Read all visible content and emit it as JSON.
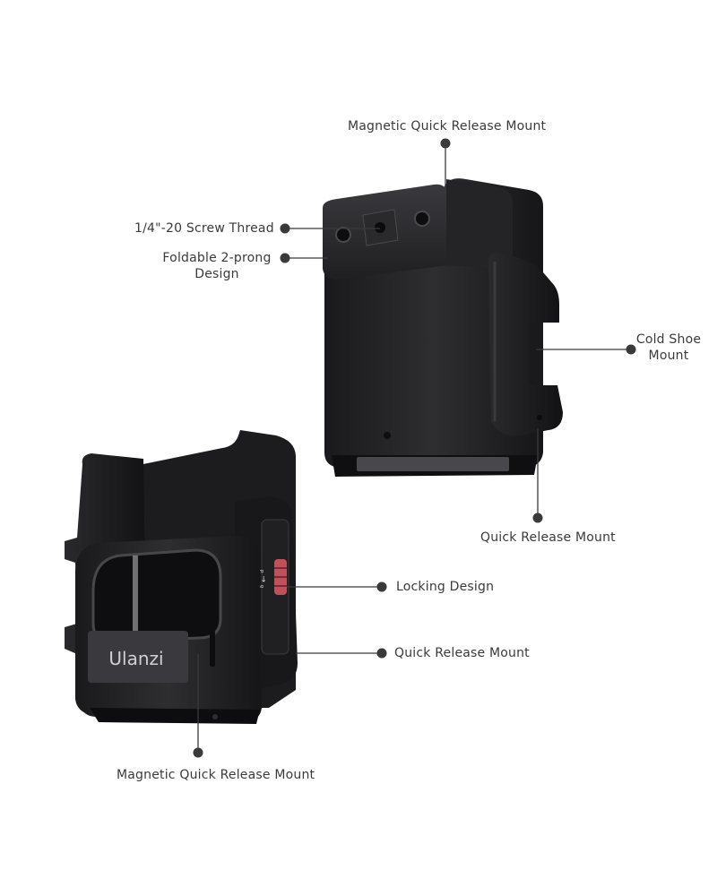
{
  "colors": {
    "background": "#ffffff",
    "product_dark": "#1c1c1e",
    "product_mid": "#2c2c2f",
    "product_highlight": "#3d3d41",
    "leader_line": "#3a3a3a",
    "lock_accent": "#c0505a",
    "label_text": "#3a3a3a"
  },
  "product": {
    "brand_logo_text": "Ulanzi",
    "switch_marks": "ᵟ ← ᵈ"
  },
  "callouts": {
    "top_magnetic": "Magnetic Quick Release Mount",
    "screw_thread": "1/4\"-20 Screw Thread",
    "foldable_line1": "Foldable 2-prong",
    "foldable_line2": "Design",
    "cold_shoe_line1": "Cold Shoe",
    "cold_shoe_line2": "Mount",
    "qr_top_right": "Quick Release Mount",
    "locking": "Locking Design",
    "qr_lower": "Quick Release Mount",
    "bottom_magnetic": "Magnetic Quick Release Mount"
  }
}
